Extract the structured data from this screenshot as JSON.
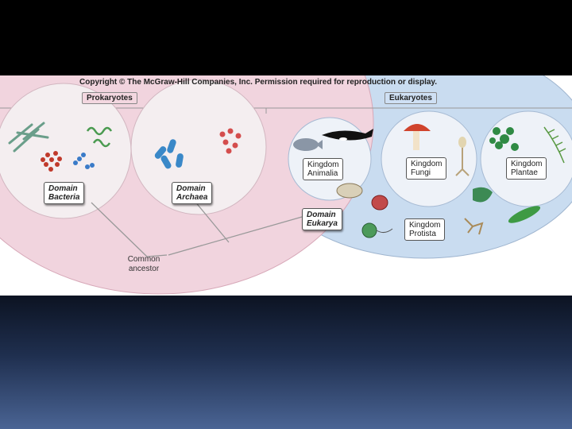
{
  "copyright": "Copyright © The McGraw-Hill Companies, Inc. Permission required for reproduction or display.",
  "headers": {
    "prokaryotes": "Prokaryotes",
    "eukaryotes": "Eukaryotes"
  },
  "domains": {
    "bacteria": {
      "line1": "Domain",
      "line2": "Bacteria"
    },
    "archaea": {
      "line1": "Domain",
      "line2": "Archaea"
    },
    "eukarya": {
      "line1": "Domain",
      "line2": "Eukarya"
    }
  },
  "kingdoms": {
    "animalia": {
      "line1": "Kingdom",
      "line2": "Animalia"
    },
    "fungi": {
      "line1": "Kingdom",
      "line2": "Fungi"
    },
    "plantae": {
      "line1": "Kingdom",
      "line2": "Plantae"
    },
    "protista": {
      "line1": "Kingdom",
      "line2": "Protista"
    }
  },
  "root": {
    "line1": "Common",
    "line2": "ancestor"
  },
  "colors": {
    "prokaryote_region": "#f1d4de",
    "eukaryote_region": "#c9dcf0",
    "circle_fill": "#f4eef0",
    "euk_circle_fill": "#eef2f8"
  }
}
